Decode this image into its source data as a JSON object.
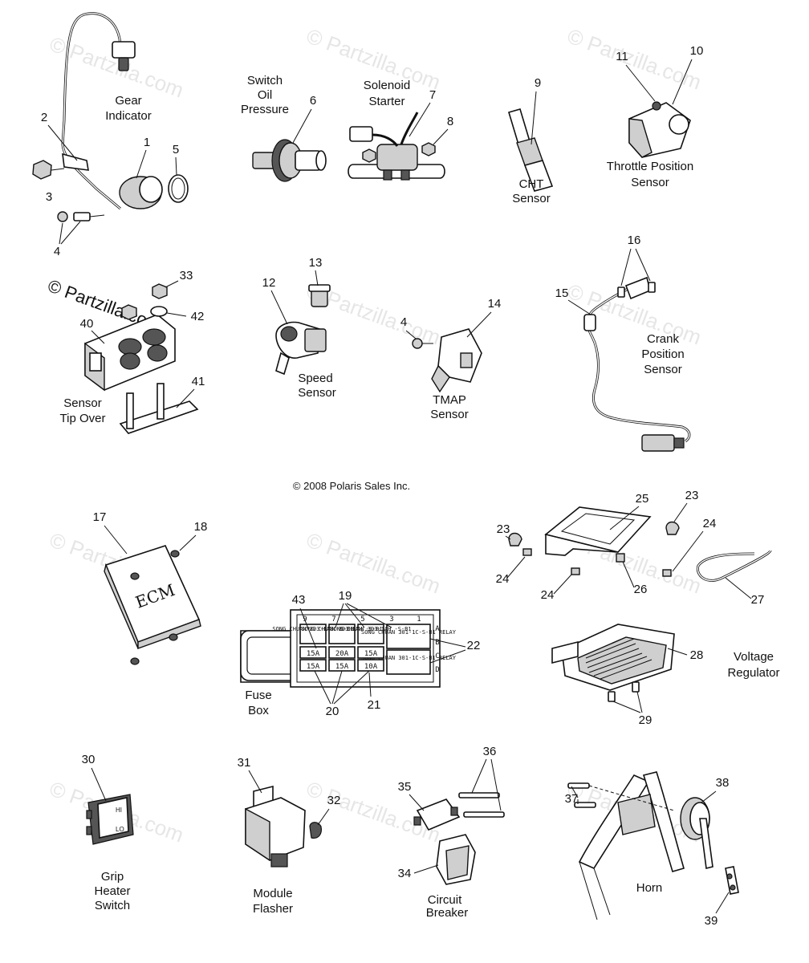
{
  "copyright": "© 2008 Polaris Sales Inc.",
  "watermark": "© Partzilla.com",
  "watermark_icon": "copyright-symbol",
  "colors": {
    "line": "#111111",
    "background": "#ffffff",
    "watermark": "#e6e6e6"
  },
  "labels": {
    "gear_indicator": [
      "Gear",
      "Indicator"
    ],
    "switch_oil_pressure": [
      "Switch",
      "Oil",
      "Pressure"
    ],
    "solenoid_starter": [
      "Solenoid",
      "Starter"
    ],
    "cht_sensor": [
      "CHT",
      "Sensor"
    ],
    "throttle_position_sensor": [
      "Throttle Position",
      "Sensor"
    ],
    "sensor_tip_over": [
      "Sensor",
      "Tip Over"
    ],
    "speed_sensor": [
      "Speed",
      "Sensor"
    ],
    "tmap_sensor": [
      "TMAP",
      "Sensor"
    ],
    "crank_position_sensor": [
      "Crank",
      "Position",
      "Sensor"
    ],
    "fuse_box": [
      "Fuse",
      "Box"
    ],
    "voltage_regulator": [
      "Voltage",
      "Regulator"
    ],
    "grip_heater_switch": [
      "Grip",
      "Heater",
      "Switch"
    ],
    "module_flasher": [
      "Module",
      "Flasher"
    ],
    "circuit_breaker": [
      "Circuit",
      "Breaker"
    ],
    "horn": [
      "Horn"
    ]
  },
  "callouts": {
    "c1": "1",
    "c2": "2",
    "c3": "3",
    "c4": "4",
    "c5": "5",
    "c6": "6",
    "c7": "7",
    "c8": "8",
    "c9": "9",
    "c10": "10",
    "c11": "11",
    "c12": "12",
    "c13": "13",
    "c14": "14",
    "c15": "15",
    "c16": "16",
    "c17": "17",
    "c18": "18",
    "c19": "19",
    "c20": "20",
    "c21": "21",
    "c22": "22",
    "c23a": "23",
    "c23b": "23",
    "c24a": "24",
    "c24b": "24",
    "c24c": "24",
    "c25": "25",
    "c26": "26",
    "c27": "27",
    "c28": "28",
    "c29": "29",
    "c30": "30",
    "c31": "31",
    "c32": "32",
    "c33": "33",
    "c34": "34",
    "c35": "35",
    "c36": "36",
    "c37": "37",
    "c38": "38",
    "c39": "39",
    "c40": "40",
    "c41": "41",
    "c42": "42",
    "c43": "43",
    "c4b": "4"
  },
  "ecm_text": "ECM",
  "fuse_box": {
    "slot_numbers": [
      "9",
      "7",
      "5",
      "3",
      "1"
    ],
    "row_letters": [
      "A",
      "B",
      "C",
      "D"
    ],
    "relay_labels": [
      "SONG CHUAN 303-1AH -S-B1",
      "SONG CHUAN 303-1AH -S-B1",
      "SONG CHUAN 303-1AH -S-B1",
      "SONG CHUAN 301-1C-S-B1 RELAY",
      "SONG CHUAN 301-1C-S-B1 RELAY"
    ],
    "fuse_values": [
      "20A",
      "15A",
      "15A",
      "15A",
      "15A",
      "10A"
    ]
  },
  "grip_switch_text": {
    "hi": "HI",
    "lo": "LO"
  }
}
